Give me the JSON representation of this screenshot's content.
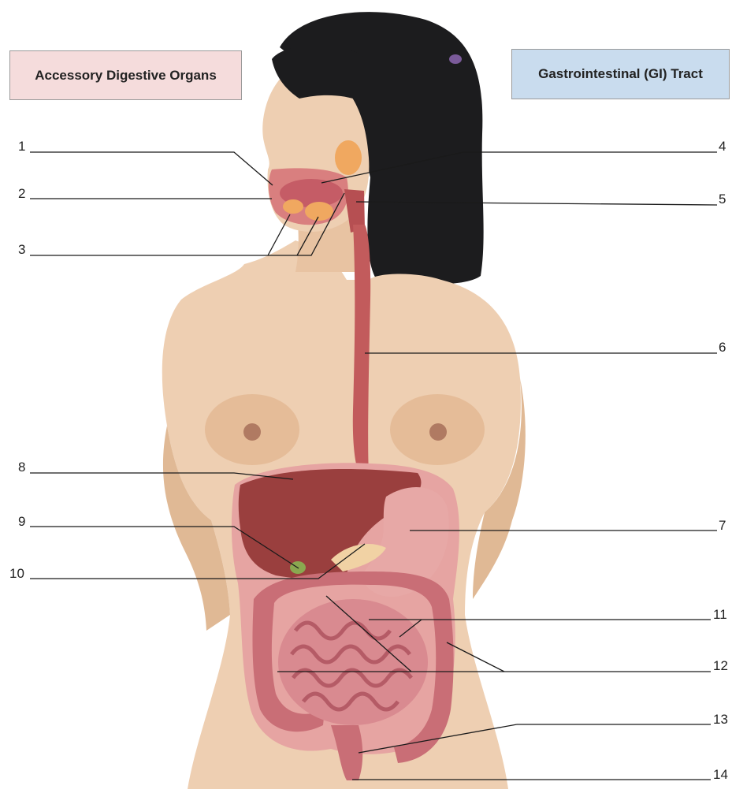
{
  "legend": {
    "accessory": {
      "label": "Accessory Digestive Organs",
      "color": "#f5dcdc"
    },
    "gi": {
      "label": "Gastrointestinal (GI) Tract",
      "color": "#c9dcee"
    }
  },
  "labels": [
    "1",
    "2",
    "3",
    "4",
    "5",
    "6",
    "7",
    "8",
    "9",
    "10",
    "11",
    "12",
    "13",
    "14"
  ],
  "colors": {
    "skin": "#eecfb2",
    "skin_shade": "#d6ab86",
    "hair": "#1c1c1e",
    "organ_red": "#b64f52",
    "liver": "#9a3f3e",
    "stomach": "#e7a8a6",
    "intestine": "#c96e76",
    "gland": "#f0a860",
    "leader_line": "#1a1a1a"
  }
}
